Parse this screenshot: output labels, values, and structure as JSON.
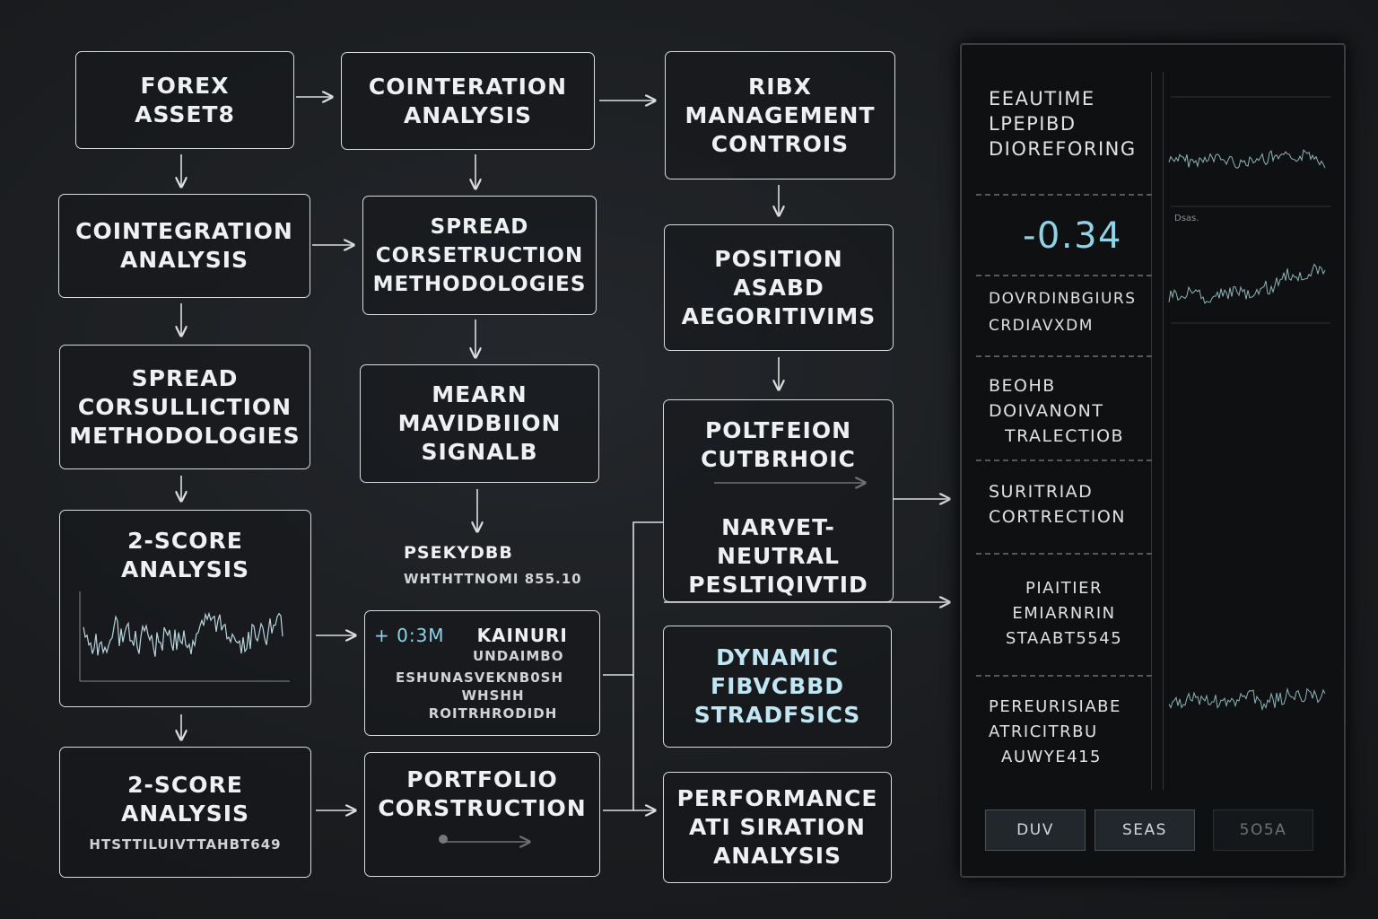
{
  "col1": [
    {
      "lines": [
        "FOREX",
        "ASSET8"
      ]
    },
    {
      "lines": [
        "COINTEGRATION",
        "ANALYSIS"
      ]
    },
    {
      "lines": [
        "SPREAD",
        "CORSULLICTION",
        "METHODOLOGIES"
      ]
    },
    {
      "lines": [
        "2-SCORE",
        "ANALYSIS"
      ]
    },
    {
      "lines": [
        "2-SCORE",
        "ANALYSIS"
      ],
      "sub": "HTSTTILUIVTTAHBT649"
    }
  ],
  "col2": [
    {
      "lines": [
        "COINTERATION",
        "ANALYSIS"
      ]
    },
    {
      "lines": [
        "SPREAD",
        "CORSETRUCTION",
        "METHODOLOGIES"
      ]
    },
    {
      "lines": [
        "MEARN",
        "MAVIDBIION",
        "SIGNALB"
      ]
    },
    {
      "lines": [
        "PSEKYDBB",
        "WHTHTTNOMI 855.10"
      ]
    },
    {
      "value": "+ 0:3M",
      "lines": [
        "KAINURI",
        "UNDAIMBO",
        "ESHUNASVEKNB0SH",
        "WHSHH ROITRHRODIDH"
      ]
    },
    {
      "lines": [
        "PORTFOLIO",
        "CORSTRUCTION"
      ]
    }
  ],
  "col3": [
    {
      "lines": [
        "RIBX",
        "MANAGEMENT",
        "CONTROIS"
      ]
    },
    {
      "lines": [
        "POSITION",
        "ASABD",
        "AEGORITIVIMS"
      ]
    },
    {
      "lines": [
        "POLTFEION",
        "CUTBRHOIC"
      ],
      "lines2": [
        "NARVET-NEUTRAL",
        "PESLTIQIVTID"
      ]
    },
    {
      "lines": [
        "DYNAMIC",
        "FIBVCBBD",
        "STRADFSICS"
      ]
    },
    {
      "lines": [
        "PERFORMANCE",
        "ATI SIRATION",
        "ANALYSIS"
      ]
    }
  ],
  "panel": {
    "sections": [
      {
        "lines": [
          "EEAUTIME",
          "LPEPIBD",
          "DIOREFORING"
        ]
      },
      {
        "value": "-0.34"
      },
      {
        "lines": [
          "DOVRDINBGIURS",
          "CRDIAVXDM"
        ]
      },
      {
        "lines": [
          "BEOHB",
          "DOIVANONT",
          "TRALECTIOB"
        ]
      },
      {
        "lines": [
          "SURITRIAD",
          "CORTRECTION"
        ]
      },
      {
        "lines": [
          "PIAITIER",
          "EMIARNRIN",
          "STAABT5545"
        ]
      },
      {
        "lines": [
          "PEREURISIABE",
          "ATRICITRBU",
          "AUWYE415"
        ]
      }
    ],
    "buttons": [
      "DUV",
      "SEAS",
      "5O5A"
    ],
    "chart_label": "Dsas."
  },
  "colors": {
    "accent": "#8fd3e8",
    "border": "#d8dadc"
  }
}
